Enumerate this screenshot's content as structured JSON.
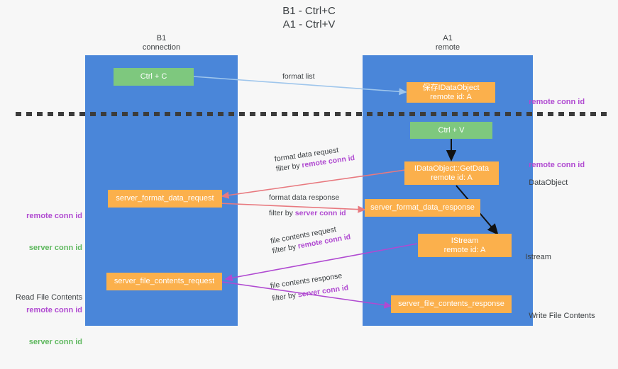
{
  "title": "B1 - Ctrl+C\nA1 - Ctrl+V",
  "columns": [
    {
      "name": "left-column",
      "label": "B1\nconnection"
    },
    {
      "name": "right-column",
      "label": "A1\nremote"
    }
  ],
  "nodes": [
    {
      "id": "ctrl-c",
      "line1": "Ctrl + C",
      "line2": "",
      "color": "green"
    },
    {
      "id": "save-idataobject",
      "line1": "保存IDataObject",
      "line2": "remote id: A",
      "color": "orange"
    },
    {
      "id": "ctrl-v",
      "line1": "Ctrl + V",
      "line2": "",
      "color": "green"
    },
    {
      "id": "idataobject-getdata",
      "line1": "IDataObject::GetData",
      "line2": "remote id: A",
      "color": "orange"
    },
    {
      "id": "server-format-data-request",
      "line1": "server_format_data_request",
      "line2": "",
      "color": "orange"
    },
    {
      "id": "server-format-data-response",
      "line1": "server_format_data_response",
      "line2": "",
      "color": "orange"
    },
    {
      "id": "istream",
      "line1": "IStream",
      "line2": "remote id: A",
      "color": "orange"
    },
    {
      "id": "server-file-contents-request",
      "line1": "server_file_contents_request",
      "line2": "",
      "color": "orange"
    },
    {
      "id": "server-file-contents-response",
      "line1": "server_file_contents_response",
      "line2": "",
      "color": "orange"
    }
  ],
  "annotations": {
    "right_remote_conn_id_top": "remote conn id",
    "right_remote_conn_id_mid": "remote conn id",
    "right_dataobject": "DataObject",
    "right_istream": "Istream",
    "right_write_file_contents": "Write File Contents",
    "left_remote_conn_id": "remote conn id",
    "left_server_conn_id": "server conn id",
    "left_read_file_contents": "Read File Contents",
    "left_remote_conn_id_2": "remote conn id",
    "left_server_conn_id_2": "server conn id"
  },
  "edges": [
    {
      "id": "format-list",
      "line1": "format list",
      "line2": "",
      "line2_bold": "",
      "color": "#9fc6ec"
    },
    {
      "id": "format-data-request",
      "line1": "format data request",
      "line2": "filter by ",
      "line2_bold": "remote conn id",
      "color": "#e8797f"
    },
    {
      "id": "format-data-response",
      "line1": "format data response",
      "line2": "filter by ",
      "line2_bold": "server conn id",
      "color": "#e8797f"
    },
    {
      "id": "file-contents-request",
      "line1": "file contents request",
      "line2": "filter by ",
      "line2_bold": "remote conn id",
      "color": "#b04ad1"
    },
    {
      "id": "file-contents-response",
      "line1": "file contents response",
      "line2": "filter by ",
      "line2_bold": "server conn id",
      "color": "#b04ad1"
    }
  ],
  "colors": {
    "lane": "#4a86d9",
    "green_node": "#7ec87e",
    "orange_node": "#fbb04c",
    "purple": "#b04ad1",
    "green_text": "#5fb85f",
    "red_arrow": "#e8797f",
    "blue_arrow": "#9fc6ec",
    "divider": "#3c3c3c",
    "background": "#f7f7f7"
  }
}
